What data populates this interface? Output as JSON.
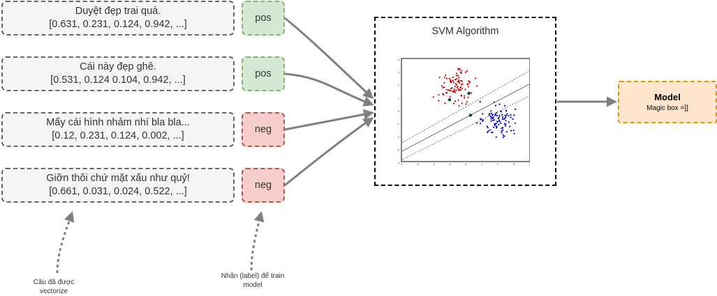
{
  "samples": [
    {
      "sentence": "Duyệt đẹp trai quá.",
      "vector": "[0.631, 0.231, 0.124, 0.942, ...]",
      "label": "pos"
    },
    {
      "sentence": "Cái này đẹp ghê.",
      "vector": "[0.531, 0.124 0.104, 0.942, ...]",
      "label": "pos"
    },
    {
      "sentence": "Mấy cái hình nhảm nhí bla bla...",
      "vector": "[0.12, 0.231, 0.124, 0.002, ...]",
      "label": "neg"
    },
    {
      "sentence": "Giỡn thôi chứ mặt xấu như quỷ!",
      "vector": "[0.661, 0.031, 0.024, 0.522, ...]",
      "label": "neg"
    }
  ],
  "svm": {
    "title": "SVM Algorithm",
    "plot": {
      "xlim": [
        -4,
        4
      ],
      "ylim": [
        -4,
        4
      ],
      "x_ticks": [
        "-4",
        "-3",
        "-2",
        "-1",
        "0",
        "1",
        "2",
        "3",
        "4"
      ],
      "y_ticks": [
        "4",
        "3",
        "2",
        "1",
        "0",
        "-1",
        "-2",
        "-3",
        "-4"
      ],
      "class_colors": {
        "red": "#c00000",
        "blue": "#0000c0"
      },
      "support_vector_color": "#1a4d2e"
    }
  },
  "model": {
    "title": "Model",
    "subtitle": "Magic box =]]"
  },
  "notes": {
    "sentence_note": "Câu đã được vectorize",
    "label_note": "Nhãn (label) để train model"
  },
  "colors": {
    "sentence_fill": "#f5f5f5",
    "pos_fill": "#d5e8d4",
    "pos_border": "#82b366",
    "neg_fill": "#f8cecc",
    "neg_border": "#b85450",
    "model_fill": "#ffe6cc",
    "model_border": "#d79b00",
    "arrow": "#808080"
  }
}
